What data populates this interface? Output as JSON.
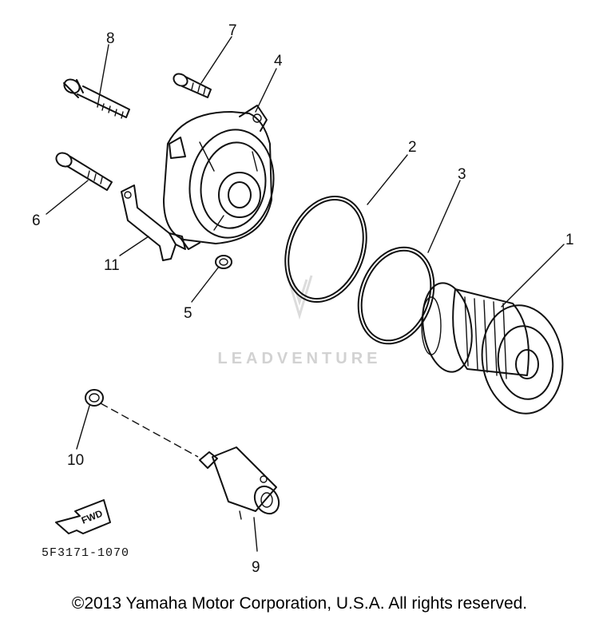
{
  "diagram": {
    "callouts": [
      {
        "id": "1",
        "label": "1"
      },
      {
        "id": "2",
        "label": "2"
      },
      {
        "id": "3",
        "label": "3"
      },
      {
        "id": "4",
        "label": "4"
      },
      {
        "id": "5",
        "label": "5"
      },
      {
        "id": "6",
        "label": "6"
      },
      {
        "id": "7",
        "label": "7"
      },
      {
        "id": "8",
        "label": "8"
      },
      {
        "id": "9",
        "label": "9"
      },
      {
        "id": "10",
        "label": "10"
      },
      {
        "id": "11",
        "label": "11"
      }
    ],
    "part_code": "5F3171-1070",
    "fwd_label": "FWD",
    "watermark": "LEADVENTURE"
  },
  "footer": {
    "copyright": "©2013 Yamaha Motor Corporation, U.S.A. All rights reserved."
  }
}
